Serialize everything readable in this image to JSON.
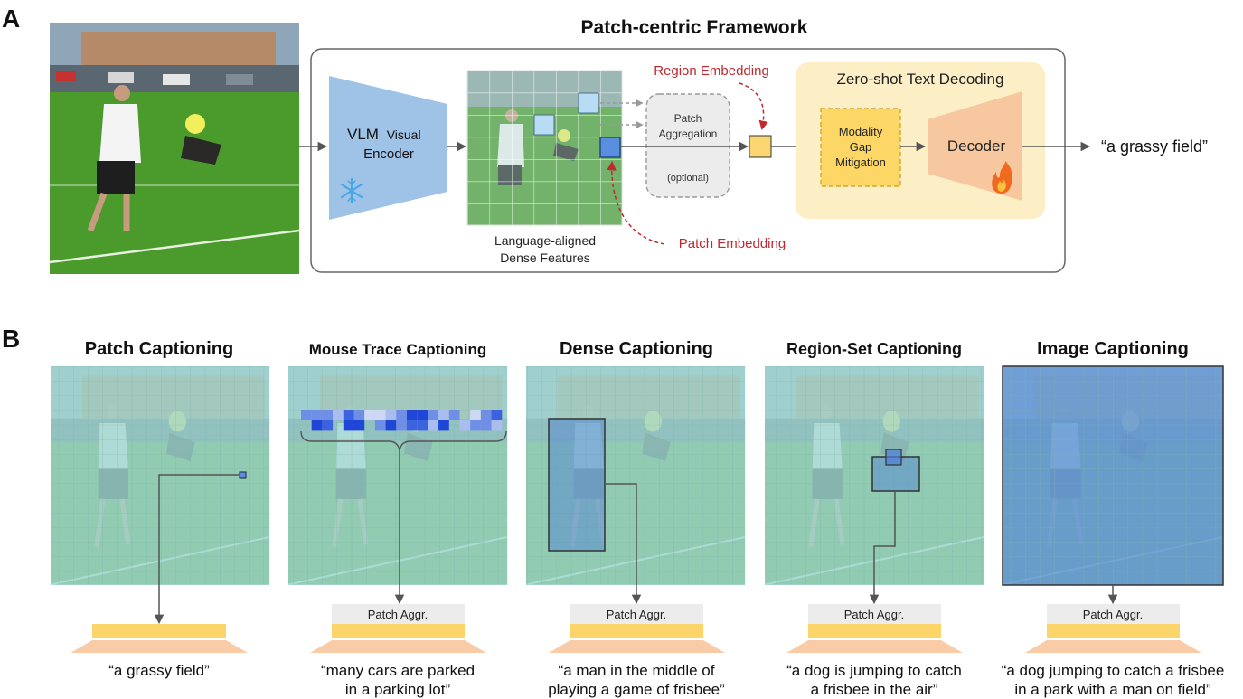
{
  "panel_a": {
    "label": "A",
    "title": "Patch-centric Framework",
    "encoder": {
      "line1": "VLM",
      "line1_small": "Visual",
      "line2": "Encoder",
      "icon": "snowflake-icon"
    },
    "features_caption": [
      "Language-aligned",
      "Dense Features"
    ],
    "aggregation": {
      "line1": "Patch",
      "line2": "Aggregation",
      "optional": "(optional)"
    },
    "region_embedding": "Region Embedding",
    "patch_embedding": "Patch Embedding",
    "decoding_title": "Zero-shot Text Decoding",
    "gap_box": [
      "Modality",
      "Gap",
      "Mitigation"
    ],
    "decoder": "Decoder",
    "decoder_icon": "fire-icon",
    "output": "“a grassy field”"
  },
  "panel_b": {
    "label": "B",
    "panels": [
      {
        "title": "Patch Captioning",
        "aggr": "",
        "caption": [
          "“a grassy field”"
        ]
      },
      {
        "title": "Mouse Trace Captioning",
        "aggr": "Patch Aggr.",
        "caption": [
          "“many cars are parked",
          "in a parking lot”"
        ]
      },
      {
        "title": "Dense Captioning",
        "aggr": "Patch Aggr.",
        "caption": [
          "“a man in the middle of",
          "playing a game of frisbee”"
        ]
      },
      {
        "title": "Region-Set Captioning",
        "aggr": "Patch Aggr.",
        "caption": [
          "“a dog is jumping to catch",
          "a frisbee in the air”"
        ]
      },
      {
        "title": "Image Captioning",
        "aggr": "Patch Aggr.",
        "caption": [
          "“a dog jumping to catch a frisbee",
          "in a park with a man on field”"
        ]
      }
    ]
  },
  "colors": {
    "encoder": "#9ec3e6",
    "decoder": "#f7c8a0",
    "decoding_bg": "#fdefc5",
    "gap_box": "#fcd766",
    "red": "#c0282d",
    "grid_tint": "#9fd6cf",
    "highlight": "#4f7fd8",
    "bar_yellow": "#fbd56a",
    "bar_peach": "#f9cba6"
  }
}
